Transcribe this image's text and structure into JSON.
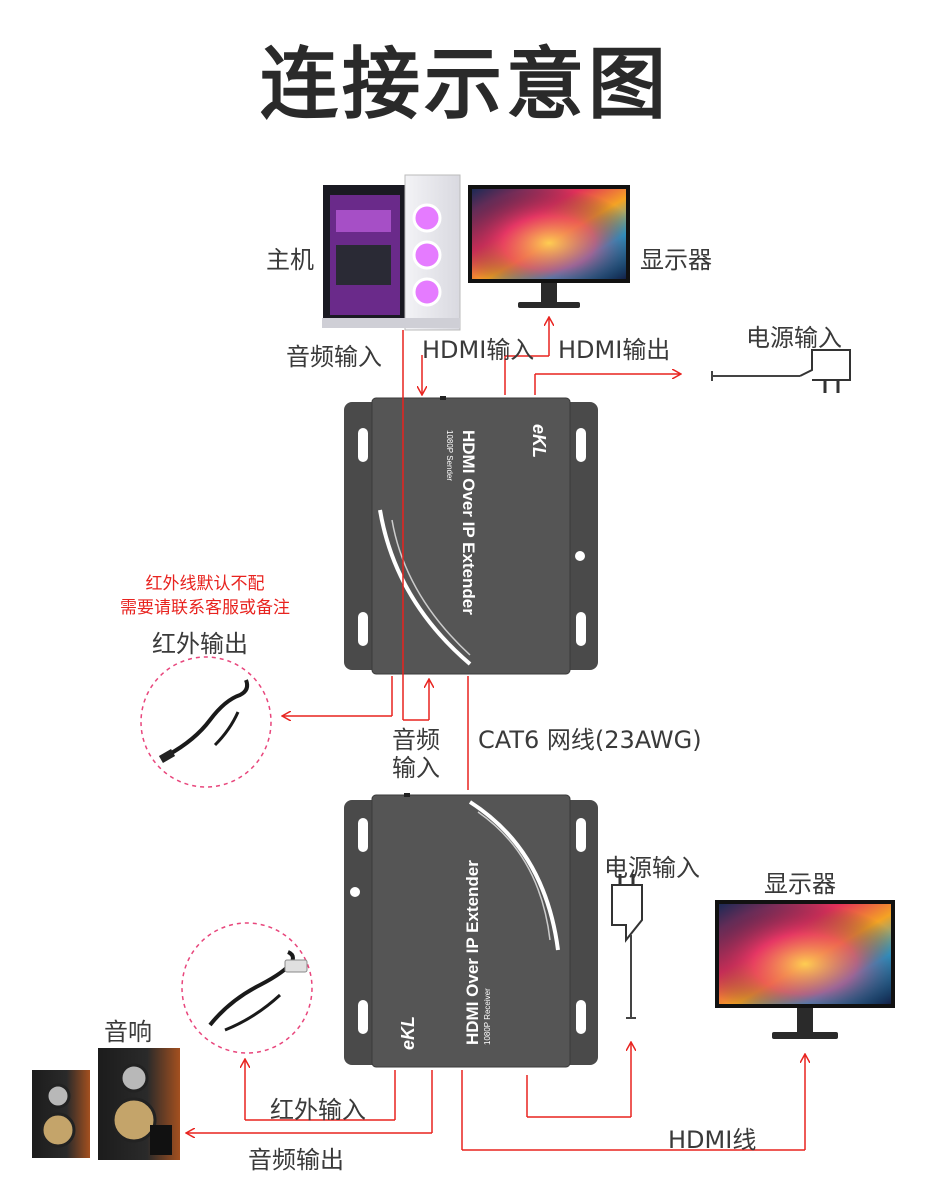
{
  "title": "连接示意图",
  "colors": {
    "wire": "#e8231f",
    "device": "#4a4a4a",
    "dark": "#222222"
  },
  "device_text": {
    "model": "HDMI Over IP Extender",
    "sender_sub": "1080P  Sender",
    "receiver_sub": "1080P  Receiver",
    "brand": "eKL"
  },
  "labels": {
    "host": "主机",
    "monitor_top": "显示器",
    "audio_in_top": "音频输入",
    "hdmi_in": "HDMI输入",
    "hdmi_out": "HDMI输出",
    "power_in_top": "电源输入",
    "ir_note_line1": "红外线默认不配",
    "ir_note_line2": "需要请联系客服或备注",
    "ir_out": "红外输出",
    "audio_in_mid_1": "音频",
    "audio_in_mid_2": "输入",
    "cat6": "CAT6 网线(23AWG)",
    "power_in_bottom": "电源输入",
    "monitor_bottom": "显示器",
    "speaker": "音响",
    "ir_in": "红外输入",
    "audio_out": "音频输出",
    "hdmi_cable": "HDMI线"
  }
}
